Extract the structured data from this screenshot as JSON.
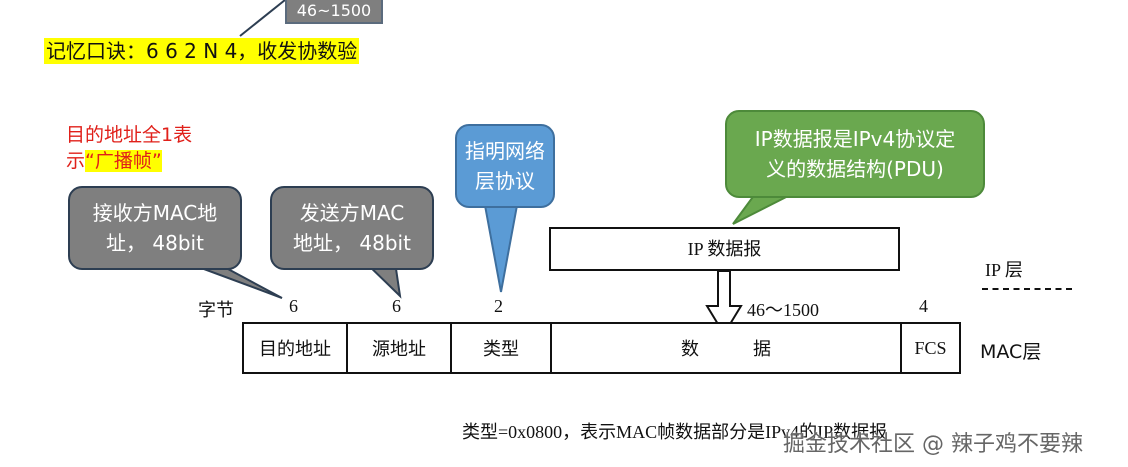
{
  "top_box": "46~1500",
  "mnemonic": "记忆口诀：6 6 2 N 4，收发协数验",
  "broadcast_note": {
    "line1": "目的地址全1表",
    "line2_prefix": "示",
    "line2_highlight": "“广播帧”"
  },
  "callouts": {
    "dst": {
      "line1": "接收方MAC地",
      "line2": "址， 48bit"
    },
    "src": {
      "line1": "发送方MAC",
      "line2": "地址， 48bit"
    },
    "type": {
      "line1": "指明网络",
      "line2": "层协议"
    },
    "ip": {
      "line1": "IP数据报是IPv4协议定",
      "line2": "义的数据结构(PDU)"
    }
  },
  "ip_box": "IP 数据报",
  "ip_layer_label": "IP 层",
  "byte_row": {
    "label": "字节",
    "dst": "6",
    "src": "6",
    "type": "2",
    "data": "46～1500",
    "fcs": "4"
  },
  "frame_fields": [
    "目的地址",
    "源地址",
    "类型",
    "数　　　据",
    "FCS"
  ],
  "mac_layer_label": "MAC层",
  "bottom_note": "类型=0x0800，表示MAC帧数据部分是IPv4的IP数据报",
  "watermark": "掘金技术社区 @ 辣子鸡不要辣",
  "colors": {
    "gray_callout": "#7f7f7f",
    "blue_callout": "#5b9bd5",
    "green_callout": "#6aa84f",
    "highlight": "#ffff00",
    "red_text": "#e0201a"
  }
}
